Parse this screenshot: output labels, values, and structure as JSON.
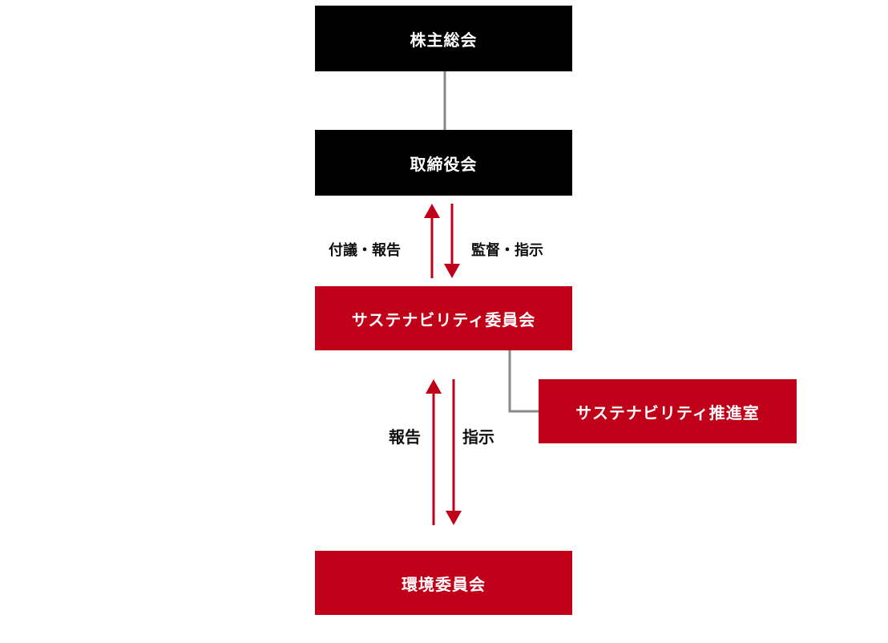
{
  "nodes": {
    "shareholders": "株主総会",
    "board": "取締役会",
    "sustainability_committee": "サステナビリティ委員会",
    "sustainability_office": "サステナビリティ推進室",
    "environment_committee": "環境委員会"
  },
  "edges": {
    "board_up_label": "付議・報告",
    "board_down_label": "監督・指示",
    "env_up_label": "報告",
    "env_down_label": "指示"
  },
  "colors": {
    "accent": "#c00018",
    "dark": "#000000",
    "connector": "#888888"
  }
}
